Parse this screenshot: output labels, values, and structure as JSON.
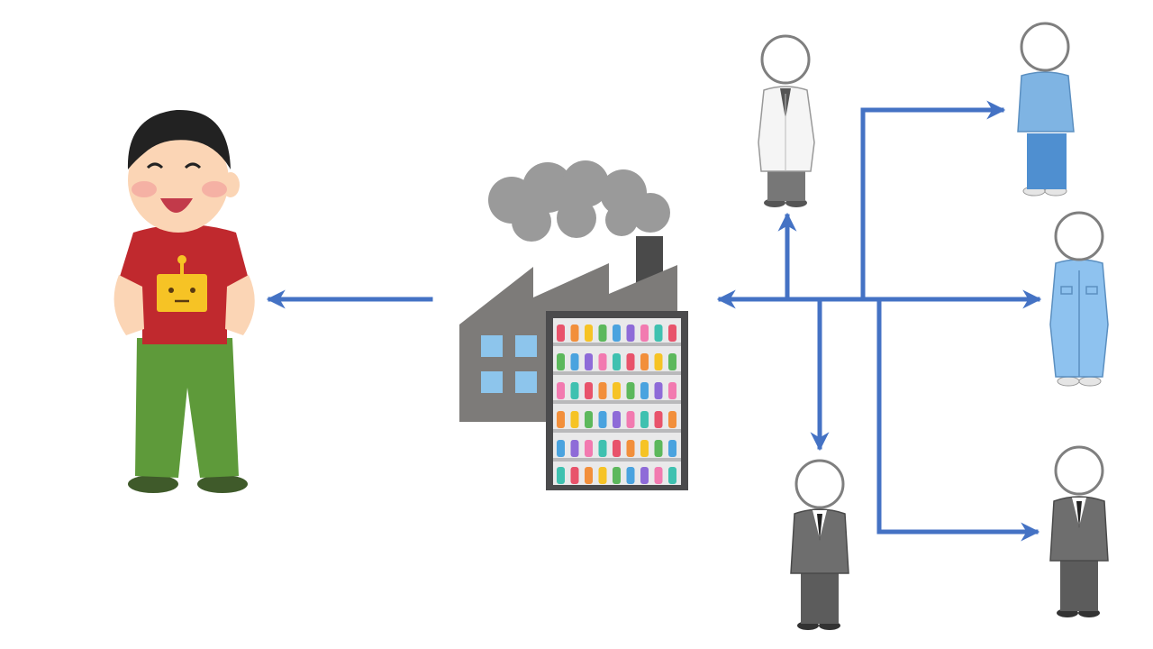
{
  "slide": {
    "background": "#ffffff"
  },
  "colors": {
    "arrow": "#4472c4",
    "outline": "#7f7f7f",
    "skin": "#fbd5b5",
    "hair": "#222222",
    "shirt_red": "#c0292e",
    "robot_yellow": "#f6c325",
    "pants_green": "#5e9a3a",
    "factory_gray": "#7d7b79",
    "chimney_dark": "#4a4a4a",
    "smoke": "#9a9a9a",
    "window_blue": "#8dc5ec",
    "shelf_dark": "#4b4b4d",
    "lab_coat": "#f5f5f5",
    "worker_blue": "#7fb4e3",
    "suit_gray": "#6e6e6e"
  },
  "figures": [
    {
      "id": "child",
      "icon": "boy-robot-shirt-icon"
    },
    {
      "id": "factory",
      "icon": "toy-factory-icon"
    },
    {
      "id": "scientist",
      "icon": "lab-coat-person-icon"
    },
    {
      "id": "casual_worker",
      "icon": "blue-sweater-person-icon"
    },
    {
      "id": "factory_worker",
      "icon": "blue-coverall-worker-icon"
    },
    {
      "id": "businessman_bottom",
      "icon": "suit-person-icon"
    },
    {
      "id": "businessman_right",
      "icon": "suit-person-icon"
    }
  ],
  "arrows": [
    {
      "from": "factory",
      "to": "child"
    },
    {
      "from": "network",
      "to": "factory"
    },
    {
      "from": "network",
      "to": "scientist"
    },
    {
      "from": "network",
      "to": "casual_worker"
    },
    {
      "from": "network",
      "to": "factory_worker"
    },
    {
      "from": "network",
      "to": "businessman_bottom"
    },
    {
      "from": "network",
      "to": "businessman_right"
    }
  ]
}
